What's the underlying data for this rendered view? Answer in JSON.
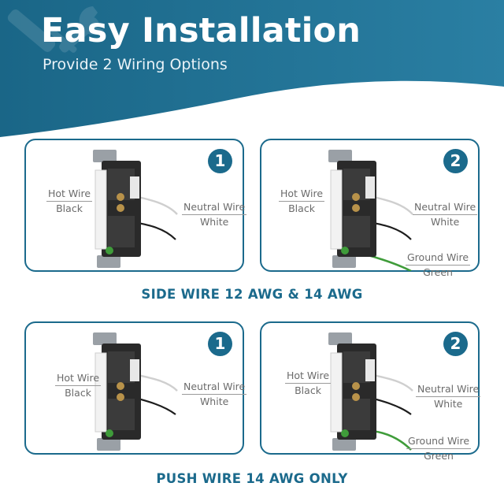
{
  "header": {
    "title": "Easy Installation",
    "subtitle": "Provide 2 Wiring Options",
    "background_color": "#1b6a8c",
    "accent_icon": "screwdriver-wrench-icon"
  },
  "sections": [
    {
      "caption": "SIDE WIRE 12 AWG & 14 AWG",
      "panels": [
        {
          "badge": "1",
          "hot": {
            "name": "Hot Wire",
            "color": "Black"
          },
          "neutral": {
            "name": "Neutral Wire",
            "color": "White"
          }
        },
        {
          "badge": "2",
          "hot": {
            "name": "Hot Wire",
            "color": "Black"
          },
          "neutral": {
            "name": "Neutral Wire",
            "color": "White"
          },
          "ground": {
            "name": "Ground Wire",
            "color": "Green"
          }
        }
      ]
    },
    {
      "caption": "PUSH WIRE 14 AWG ONLY",
      "panels": [
        {
          "badge": "1",
          "hot": {
            "name": "Hot Wire",
            "color": "Black"
          },
          "neutral": {
            "name": "Neutral Wire",
            "color": "White"
          }
        },
        {
          "badge": "2",
          "hot": {
            "name": "Hot Wire",
            "color": "Black"
          },
          "neutral": {
            "name": "Neutral Wire",
            "color": "White"
          },
          "ground": {
            "name": "Ground Wire",
            "color": "Green"
          }
        }
      ]
    }
  ],
  "colors": {
    "accent": "#1b6a8c",
    "ground_wire": "#3f9c3a",
    "label_text": "#6b6b6b"
  }
}
